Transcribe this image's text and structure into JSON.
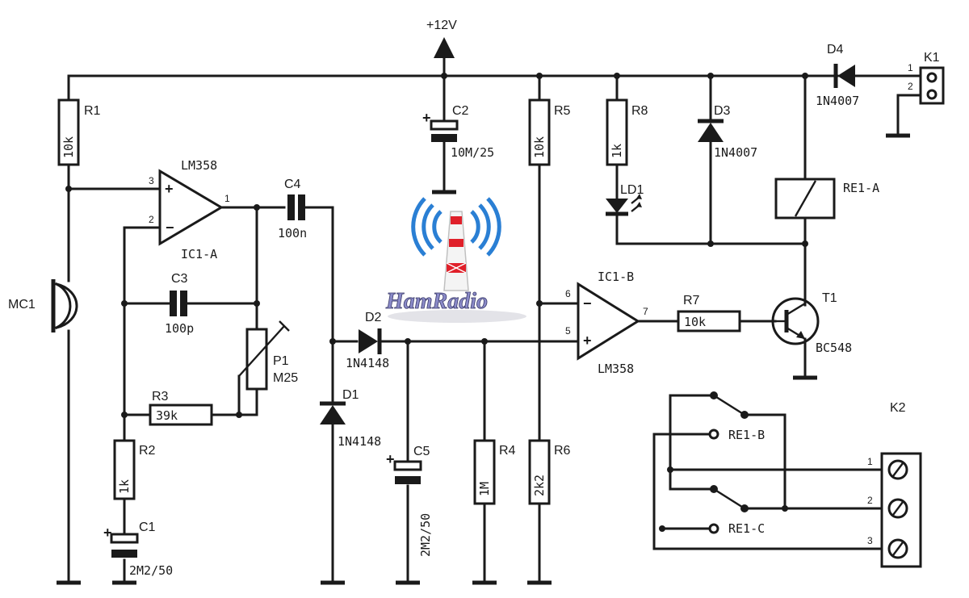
{
  "supply": {
    "label": "+12V"
  },
  "components": {
    "R1": {
      "ref": "R1",
      "value": "10k"
    },
    "R2": {
      "ref": "R2",
      "value": "1k"
    },
    "R3": {
      "ref": "R3",
      "value": "39k"
    },
    "R4": {
      "ref": "R4",
      "value": "1M"
    },
    "R5": {
      "ref": "R5",
      "value": "10k"
    },
    "R6": {
      "ref": "R6",
      "value": "2k2"
    },
    "R7": {
      "ref": "R7",
      "value": "10k"
    },
    "R8": {
      "ref": "R8",
      "value": "1k"
    },
    "P1": {
      "ref": "P1",
      "value": "M25"
    },
    "C1": {
      "ref": "C1",
      "value": "2M2/50"
    },
    "C2": {
      "ref": "C2",
      "value": "10M/25"
    },
    "C3": {
      "ref": "C3",
      "value": "100p"
    },
    "C4": {
      "ref": "C4",
      "value": "100n"
    },
    "C5": {
      "ref": "C5",
      "value": "2M2/50"
    },
    "D1": {
      "ref": "D1",
      "value": "1N4148"
    },
    "D2": {
      "ref": "D2",
      "value": "1N4148"
    },
    "D3": {
      "ref": "D3",
      "value": "1N4007"
    },
    "D4": {
      "ref": "D4",
      "value": "1N4007"
    },
    "LD1": {
      "ref": "LD1"
    },
    "T1": {
      "ref": "T1",
      "value": "BC548"
    },
    "MC1": {
      "ref": "MC1"
    },
    "IC1A": {
      "ref": "IC1-A",
      "part": "LM358",
      "pins": {
        "plus": "3",
        "minus": "2",
        "out": "1"
      }
    },
    "IC1B": {
      "ref": "IC1-B",
      "part": "LM358",
      "pins": {
        "minus": "6",
        "plus": "5",
        "out": "7"
      }
    },
    "RE1A": {
      "ref": "RE1-A"
    },
    "RE1B": {
      "ref": "RE1-B"
    },
    "RE1C": {
      "ref": "RE1-C"
    },
    "K1": {
      "ref": "K1",
      "pins": [
        "1",
        "2"
      ]
    },
    "K2": {
      "ref": "K2",
      "pins": [
        "1",
        "2",
        "3"
      ]
    }
  },
  "symbols": {
    "plus": "+",
    "minus": "−"
  },
  "watermark": {
    "text": "HamRadio"
  },
  "colors": {
    "ink": "#1a1a1a",
    "watermark_blue": "#2a7fd4",
    "watermark_red": "#e0202a"
  }
}
